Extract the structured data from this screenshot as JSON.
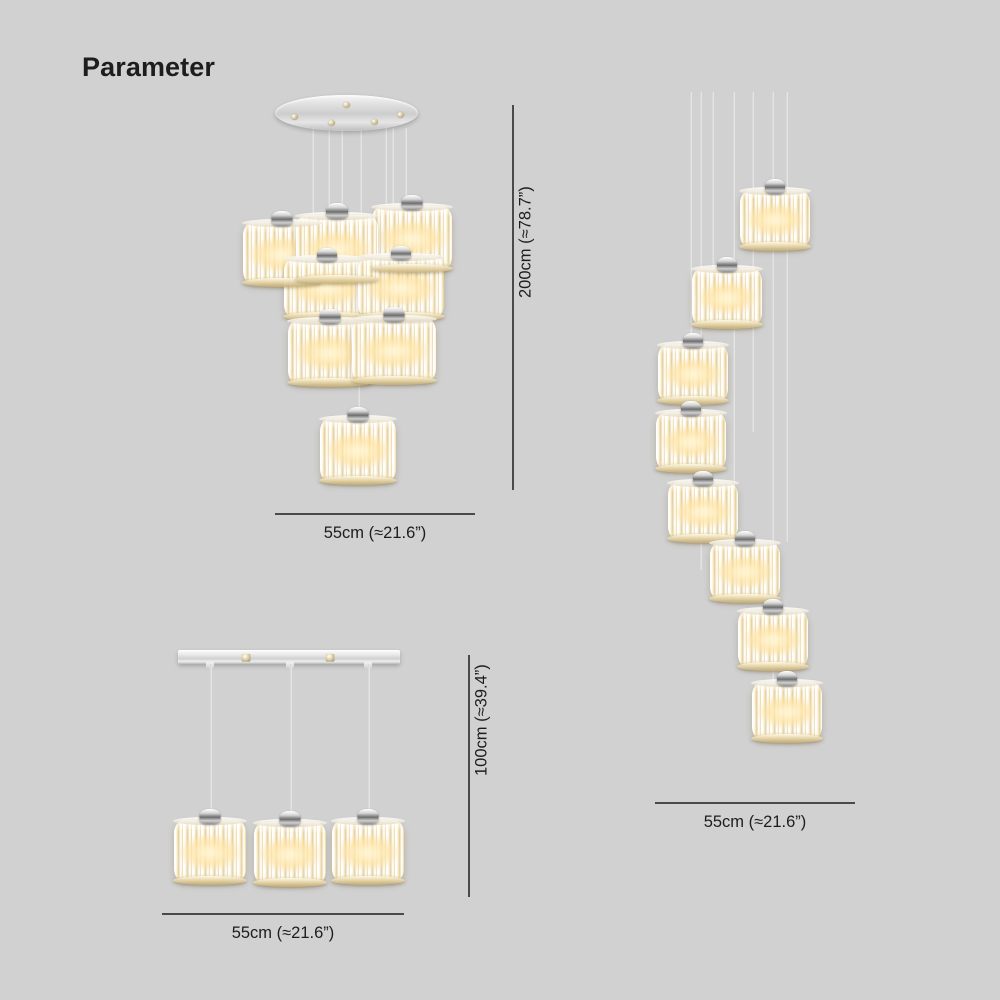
{
  "page": {
    "title": "Parameter",
    "background_color": "#d1d1d1",
    "text_color": "#1d1d1d",
    "rule_color": "#4a4a4a"
  },
  "fixtures": [
    {
      "id": "cluster-round-canopy",
      "name": "Round canopy crystal cluster pendant",
      "mount": "round-canopy",
      "shade_count": 8,
      "width": {
        "label": "55cm (≈21.6”)",
        "cm": 55,
        "inch": 21.6
      },
      "height": {
        "label": "200cm (≈78.7”)",
        "cm": 200,
        "inch": 78.7
      }
    },
    {
      "id": "spiral-staircase",
      "name": "Spiral staircase crystal pendant",
      "mount": "round-canopy",
      "shade_count": 8,
      "width": {
        "label": "55cm (≈21.6”)",
        "cm": 55,
        "inch": 21.6
      }
    },
    {
      "id": "linear-bar-three-light",
      "name": "Linear rail three-light crystal pendant",
      "mount": "linear-rail",
      "shade_count": 3,
      "width": {
        "label": "55cm (≈21.6”)",
        "cm": 55,
        "inch": 21.6
      },
      "height": {
        "label": "100cm (≈39.4”)",
        "cm": 100,
        "inch": 39.4
      }
    }
  ],
  "dimensions": {
    "cluster_height": "200cm (≈78.7”)",
    "cluster_width": "55cm (≈21.6”)",
    "spiral_width": "55cm (≈21.6”)",
    "linear_height": "100cm (≈39.4”)",
    "linear_width": "55cm (≈21.6”)"
  }
}
